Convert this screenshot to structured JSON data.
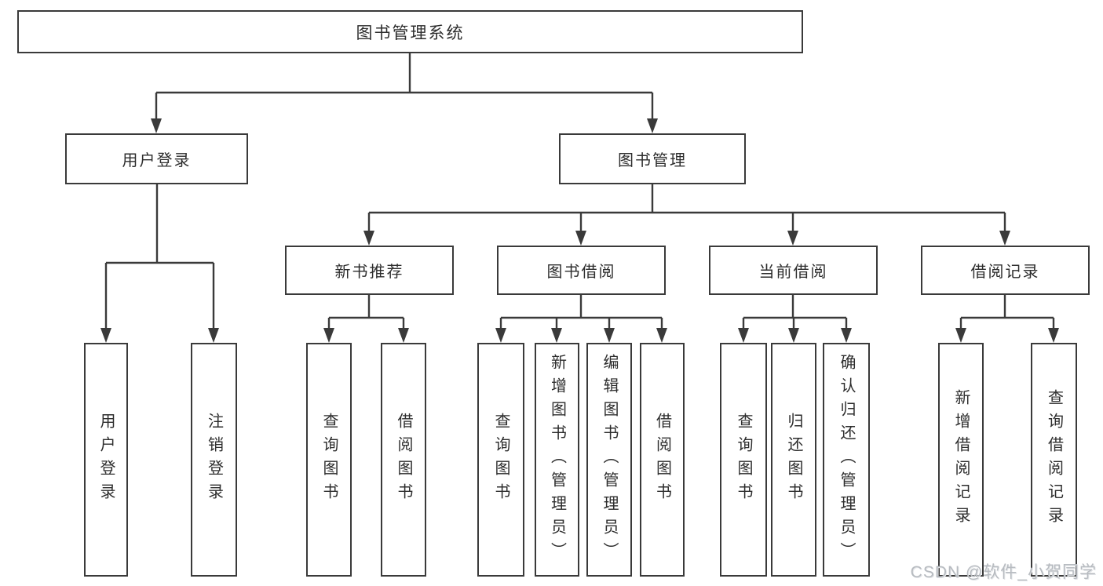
{
  "diagram": {
    "root": "图书管理系统",
    "level2": {
      "user_login": "用户登录",
      "book_mgmt": "图书管理"
    },
    "level3": {
      "new_books": "新书推荐",
      "book_borrow": "图书借阅",
      "current_borrow": "当前借阅",
      "borrow_records": "借阅记录"
    },
    "leaves": {
      "login": "用户登录",
      "logout": "注销登录",
      "nb_query": "查询图书",
      "nb_borrow": "借阅图书",
      "bb_query": "查询图书",
      "bb_add": "新增图书（管理员）",
      "bb_edit": "编辑图书（管理员）",
      "bb_borrow": "借阅图书",
      "cb_query": "查询图书",
      "cb_return": "归还图书",
      "cb_confirm": "确认归还（管理员）",
      "br_add": "新增借阅记录",
      "br_query": "查询借阅记录"
    },
    "colors": {
      "line": "#3a3a3a",
      "text": "#2d2d2d",
      "watermark": "#b7bbc0"
    },
    "watermark": "CSDN @软件_小贺同学"
  }
}
